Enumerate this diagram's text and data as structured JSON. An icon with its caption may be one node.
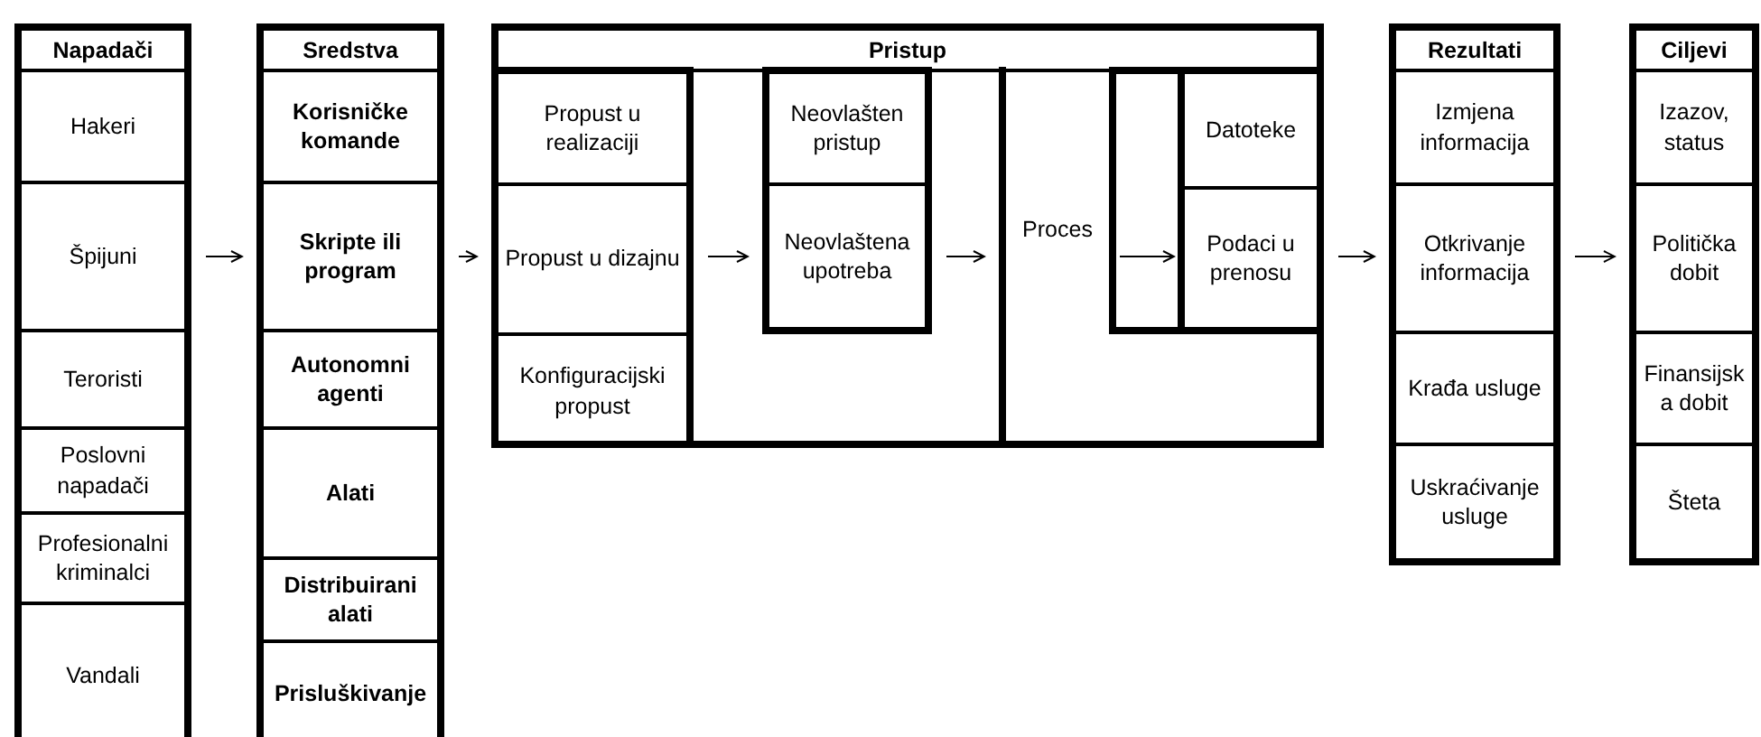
{
  "diagram": {
    "nodes": [
      {
        "text": [
          "Napadači"
        ]
      },
      {
        "text": [
          "Hakeri"
        ],
        "in": 0
      },
      {
        "text": [
          "Špijuni"
        ],
        "in": 0
      },
      {
        "text": [
          "Teroristi"
        ],
        "in": 0
      },
      {
        "text": [
          "Poslovni napadači"
        ],
        "in": 0
      },
      {
        "text": [
          "Profesionalni kriminalci"
        ],
        "in": 0
      },
      {
        "text": [
          "Vandali"
        ],
        "in": 0
      },
      {
        "text": [
          "Sredstva"
        ]
      },
      {
        "text": [
          "Korisničke komande"
        ],
        "in": 7
      },
      {
        "text": [
          "Skripte ili program"
        ],
        "in": 7
      },
      {
        "text": [
          "Autonomni agenti"
        ],
        "in": 7
      },
      {
        "text": [
          "Alati"
        ],
        "in": 7
      },
      {
        "text": [
          "Distribuirani alati"
        ],
        "in": 7
      },
      {
        "text": [
          "Prisluškivanje"
        ],
        "in": 7
      },
      {
        "text": [
          "Pristup"
        ]
      },
      {
        "text": [],
        "shape": "box",
        "in": 14
      },
      {
        "text": [
          "Propust u realizaciji"
        ],
        "in": 15
      },
      {
        "text": [
          "Propust u dizajnu"
        ],
        "in": 15
      },
      {
        "text": [
          "Konfiguracijski propust"
        ],
        "in": 15
      },
      {
        "text": [],
        "shape": "box",
        "in": 14
      },
      {
        "text": [
          "Neovlašten pristup"
        ],
        "in": 19
      },
      {
        "text": [
          "Neovlaštena upotreba"
        ],
        "in": 19
      },
      {
        "text": [
          "Proces"
        ],
        "in": 14
      },
      {
        "text": [],
        "shape": "box",
        "in": 22
      },
      {
        "text": [],
        "shape": "box",
        "in": 22
      },
      {
        "text": [
          "Datoteke"
        ],
        "in": 24
      },
      {
        "text": [
          "Podaci u prenosu"
        ],
        "in": 24
      },
      {
        "text": [
          "Rezultati"
        ]
      },
      {
        "text": [
          "Izmjena informacija"
        ],
        "in": 27
      },
      {
        "text": [
          "Otkrivanje informacija"
        ],
        "in": 27
      },
      {
        "text": [
          "Krađa usluge"
        ],
        "in": 27
      },
      {
        "text": [
          "Uskraćivanje usluge"
        ],
        "in": 27
      },
      {
        "text": [
          "Ciljevi"
        ]
      },
      {
        "text": [
          "Izazov, status"
        ],
        "in": 32
      },
      {
        "text": [
          "Politička dobit"
        ],
        "in": 32
      },
      {
        "text": [
          "Finansijska dobit"
        ],
        "in": 32
      },
      {
        "text": [
          "Šteta"
        ],
        "in": 32
      }
    ],
    "edges": [
      {
        "from": 0,
        "to": 7,
        "arrow": "to"
      },
      {
        "from": 7,
        "to": 14,
        "arrow": "to"
      },
      {
        "from": 15,
        "to": 19,
        "arrow": "to"
      },
      {
        "from": 19,
        "to": 22,
        "arrow": "to"
      },
      {
        "from": 23,
        "to": 24,
        "arrow": "to"
      },
      {
        "from": 14,
        "to": 27,
        "arrow": "to"
      },
      {
        "from": 27,
        "to": 32,
        "arrow": "to"
      }
    ]
  }
}
